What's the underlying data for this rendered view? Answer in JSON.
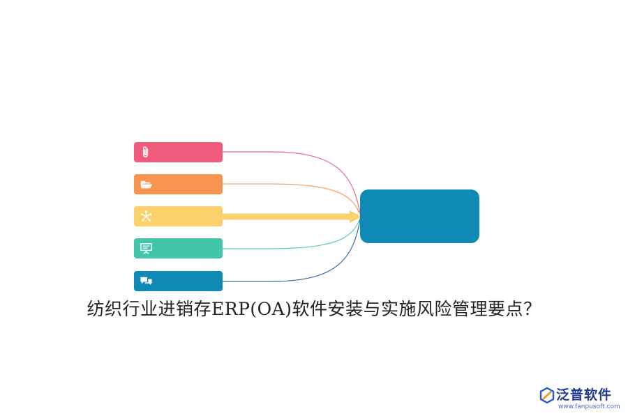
{
  "diagram": {
    "caption": "纺织行业进销存ERP(OA)软件安装与实施风险管理要点？",
    "hub": {
      "color": "#0f8ab5"
    },
    "items": [
      {
        "icon": "paperclip-icon",
        "color": "#f05b7d",
        "line_color": "#e96a8a"
      },
      {
        "icon": "folder-icon",
        "color": "#f7944f",
        "line_color": "#f4a069"
      },
      {
        "icon": "network-icon",
        "color": "#fcd06a",
        "line_color": "#fcd06a"
      },
      {
        "icon": "presentation-icon",
        "color": "#43c5aa",
        "line_color": "#5ccbb3"
      },
      {
        "icon": "chat-icon",
        "color": "#0f8ab5",
        "line_color": "#3b6aa0"
      }
    ]
  },
  "watermark": {
    "brand": "泛普软件",
    "url": "www.fanpusoft.com",
    "icon": "fanpu-logo-icon"
  }
}
